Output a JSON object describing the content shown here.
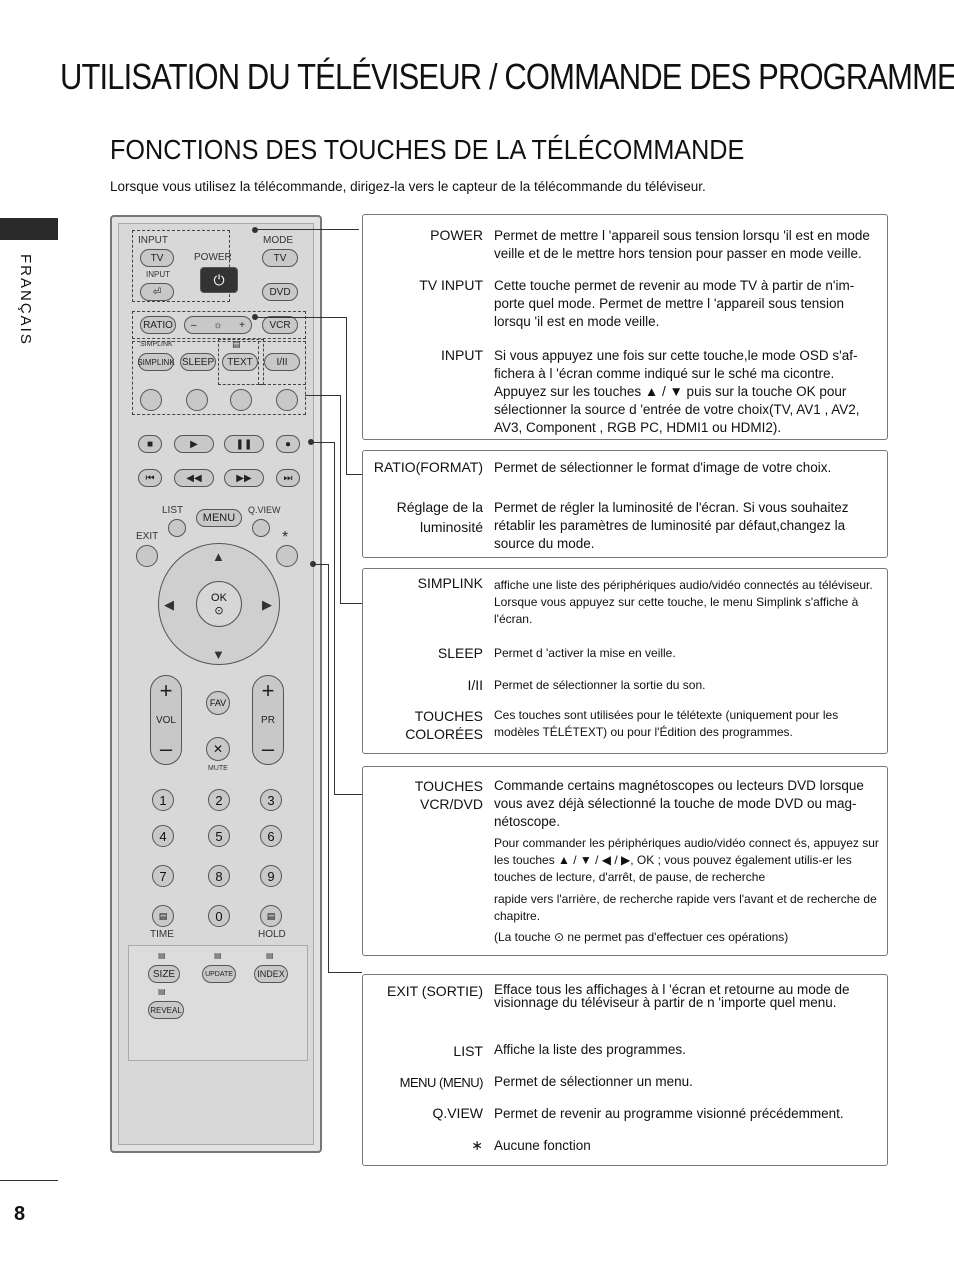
{
  "header": {
    "title": "UTILISATION DU TÉLÉVISEUR / COMMANDE DES PROGRAMMES",
    "section_title": "FONCTIONS DES TOUCHES DE LA TÉLÉCOMMANDE",
    "intro": "Lorsque vous utilisez la télécommande, dirigez-la vers le capteur de la télécommande du téléviseur."
  },
  "sidebar": {
    "language": "FRANÇAIS"
  },
  "footer": {
    "page_number": "8"
  },
  "remote": {
    "labels": {
      "input": "INPUT",
      "tv": "TV",
      "power": "POWER",
      "mode": "MODE",
      "mode_tv": "TV",
      "input_small": "INPUT",
      "dvd": "DVD",
      "ratio": "RATIO",
      "minus": "–",
      "plus": "+",
      "vcr": "VCR",
      "simplink_logo": "SIMPLINK",
      "simplink": "SIMPLINK",
      "sleep": "SLEEP",
      "text": "TEXT",
      "i_ii": "I/II",
      "list": "LIST",
      "menu": "MENU",
      "qview": "Q.VIEW",
      "exit": "EXIT",
      "star": "*",
      "ok": "OK",
      "vol": "VOL",
      "pr": "PR",
      "fav": "FAV",
      "mute": "MUTE",
      "num1": "1",
      "num2": "2",
      "num3": "3",
      "num4": "4",
      "num5": "5",
      "num6": "6",
      "num7": "7",
      "num8": "8",
      "num9": "9",
      "num0": "0",
      "time": "TIME",
      "hold": "HOLD",
      "size": "SIZE",
      "update": "UPDATE",
      "index": "INDEX",
      "reveal": "REVEAL"
    }
  },
  "boxes": [
    {
      "items": [
        {
          "term": "POWER",
          "desc": "Permet de mettre l 'appareil sous tension lorsqu 'il est en mode veille et de le mettre hors tension pour passer en mode veille."
        },
        {
          "term": "TV INPUT",
          "desc": "Cette touche permet de revenir au mode TV à partir de n'im-porte quel mode. Permet de mettre l 'appareil sous tension lorsqu 'il est en mode veille."
        },
        {
          "term": "INPUT",
          "desc": "Si vous appuyez une fois sur cette touche,le mode OSD s'af-fichera à l 'écran comme indiqué sur le sché ma cicontre. Appuyez sur les touches ▲ / ▼ puis sur la touche OK pour sélectionner la source d 'entrée de votre choix(TV, AV1 , AV2, AV3, Component , RGB PC, HDMI1 ou HDMI2)."
        }
      ]
    },
    {
      "items": [
        {
          "term": "RATIO(FORMAT)",
          "desc": "Permet de sélectionner le format d'image de votre choix."
        },
        {
          "term": "Réglage de la luminosité",
          "desc": "Permet de régler la luminosité de l'écran. Si vous souhaitez rétablir les paramètres de luminosité par défaut,changez la source du mode."
        }
      ]
    },
    {
      "items": [
        {
          "term": "SIMPLINK",
          "desc": "affiche une liste des périphériques audio/vidéo connectés au téléviseur. Lorsque vous appuyez sur cette touche, le menu Simplink s'affiche à l'écran."
        },
        {
          "term": "SLEEP",
          "desc": "Permet d 'activer la mise en veille."
        },
        {
          "term": "I/II",
          "desc": "Permet de sélectionner la sortie du son."
        },
        {
          "term": "TOUCHES COLORÉES",
          "desc": "Ces touches sont utilisées pour le télétexte (uniquement pour les modèles TÉLÉTEXT) ou pour l'Édition des programmes."
        }
      ]
    },
    {
      "items": [
        {
          "term": "TOUCHES VCR/DVD",
          "desc": "Commande certains magnétoscopes ou lecteurs DVD lorsque vous avez déjà sélectionné la touche de mode DVD ou mag-nétoscope."
        }
      ],
      "extra": [
        "Pour commander les périphériques audio/vidéo connect és, appuyez sur les touches ▲ / ▼ / ◀ / ▶, OK ; vous pouvez également utilis-er les touches de lecture, d'arrêt, de pause, de recherche",
        "rapide vers l'arrière, de recherche rapide vers l'avant et de recherche de chapitre.",
        "(La touche ⊙ ne permet pas d'effectuer ces opérations)"
      ]
    },
    {
      "items": [
        {
          "term": "EXIT (SORTIE)",
          "desc": "Efface tous les affichages à l 'écran et retourne au mode de visionnage du téléviseur à partir de n 'importe quel menu."
        },
        {
          "term": "LIST",
          "desc": "Affiche la liste des programmes."
        },
        {
          "term": "MENU (MENU)",
          "desc": "Permet de sélectionner un menu."
        },
        {
          "term": "Q.VIEW",
          "desc": "Permet de revenir au programme visionné précédemment."
        },
        {
          "term": "∗",
          "desc": "Aucune fonction"
        }
      ]
    }
  ]
}
